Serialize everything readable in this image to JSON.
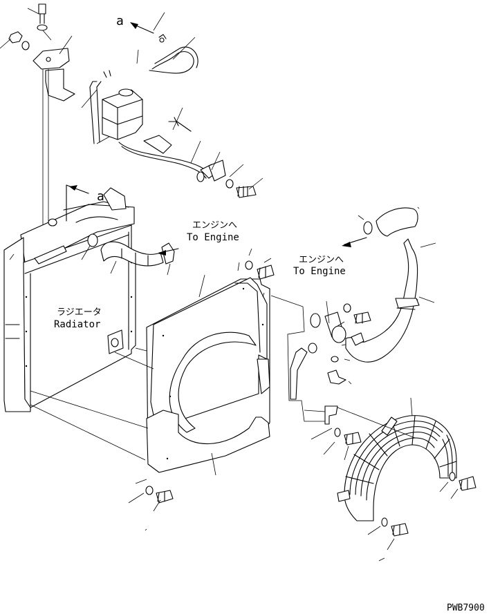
{
  "labels": {
    "view_a_top": "a",
    "view_a_mid": "a",
    "to_engine_upper_jp": "エンジンへ",
    "to_engine_upper_en": "To Engine",
    "to_engine_right_jp": "エンジンへ",
    "to_engine_right_en": "To Engine",
    "radiator_jp": "ラジエータ",
    "radiator_en": "Radiator",
    "drawing_code": "PWB7900"
  }
}
